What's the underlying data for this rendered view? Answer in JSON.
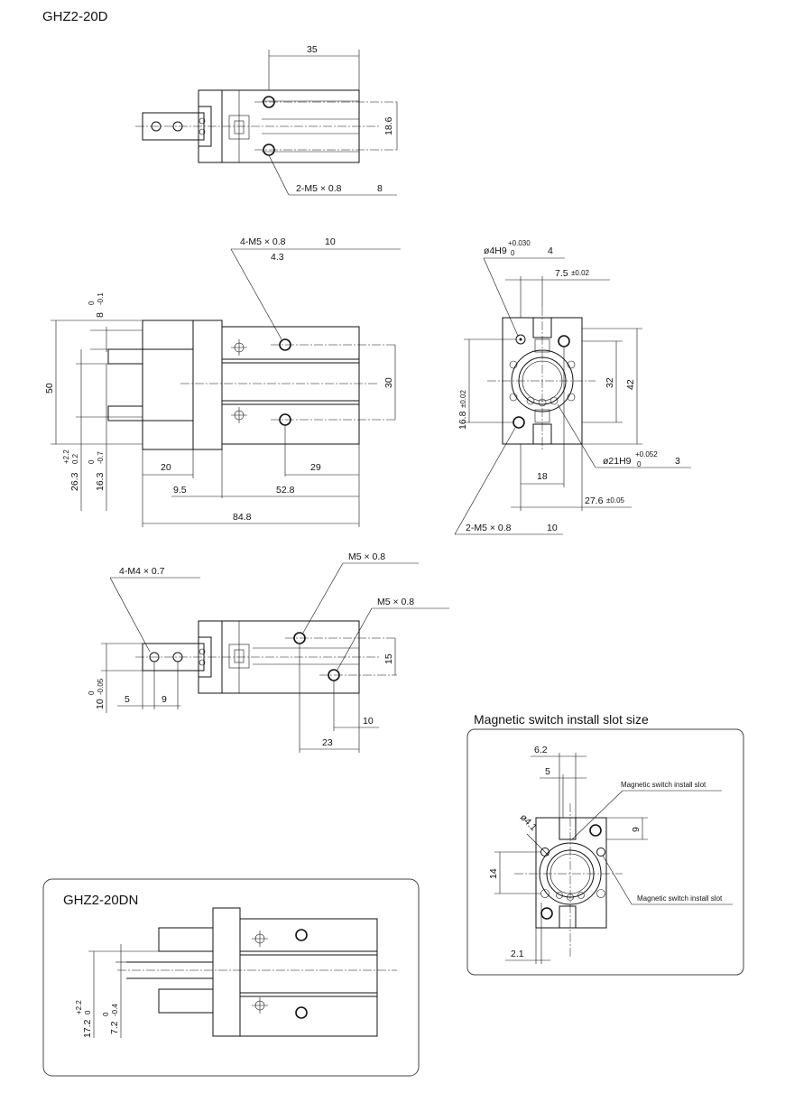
{
  "title": "GHZ2-20D",
  "top_view": {
    "dim_width": "35",
    "dim_height": "18.6",
    "thread": "2-M5 × 0.8",
    "thread_depth": "8"
  },
  "front_view": {
    "thread": "4-M5 × 0.8",
    "thread_depth": "10",
    "thread_pitch": "4.3",
    "tol_top_base": "8",
    "tol_top_upper": "0",
    "tol_top_lower": "-0.1",
    "dim_height_total": "50",
    "dim_30": "30",
    "dim_263_base": "26.3",
    "dim_263_upper": "+2.2",
    "dim_263_lower": "0.2",
    "dim_163_base": "16.3",
    "dim_163_upper": "0",
    "dim_163_lower": "-0.7",
    "dim_20": "20",
    "dim_29": "29",
    "dim_95": "9.5",
    "dim_528": "52.8",
    "dim_848": "84.8"
  },
  "side_view": {
    "pin_hole_base": "ø4H9",
    "pin_hole_upper": "+0.030",
    "pin_hole_lower": "0",
    "pin_hole_depth": "4",
    "dim_75": "7.5",
    "dim_75_tol": "±0.02",
    "dim_168": "16.8",
    "dim_168_tol": "±0.02",
    "dim_32": "32",
    "dim_42": "42",
    "bore_base": "ø21H9",
    "bore_upper": "+0.052",
    "bore_lower": "0",
    "bore_depth": "3",
    "dim_18": "18",
    "dim_276": "27.6",
    "dim_276_tol": "±0.05",
    "thread": "2-M5 × 0.8",
    "thread_depth": "10"
  },
  "bottom_view": {
    "thread_m4": "4-M4 × 0.7",
    "thread_m5_a": "M5 × 0.8",
    "thread_m5_b": "M5 × 0.8",
    "dim_15": "15",
    "tol_10_base": "10",
    "tol_10_upper": "0",
    "tol_10_lower": "-0.05",
    "dim_5": "5",
    "dim_9": "9",
    "dim_10": "10",
    "dim_23": "23"
  },
  "dn_panel": {
    "title": "GHZ2-20DN",
    "dim_172_base": "17.2",
    "dim_172_upper": "+2.2",
    "dim_172_lower": "0",
    "dim_72_base": "7.2",
    "dim_72_upper": "0",
    "dim_72_lower": "-0.4"
  },
  "slot_panel": {
    "title": "Magnetic switch install slot size",
    "dim_62": "6.2",
    "dim_5": "5",
    "dim_phi41": "ø4.1",
    "dim_9": "9",
    "dim_14": "14",
    "dim_21": "2.1",
    "label_slot_a": "Magnetic switch install slot",
    "label_slot_b": "Magnetic switch install slot"
  }
}
